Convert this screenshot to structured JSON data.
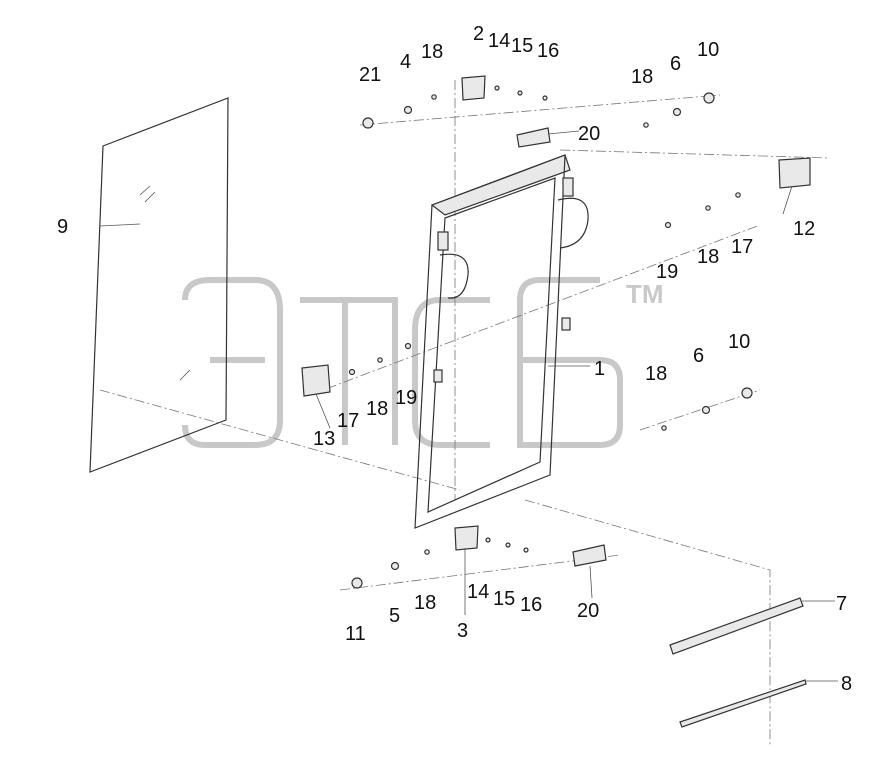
{
  "watermark": {
    "trademark": "TM"
  },
  "callouts": {
    "c1": "1",
    "c2": "2",
    "c3": "3",
    "c4": "4",
    "c5": "5",
    "c6a": "6",
    "c6b": "6",
    "c7": "7",
    "c8": "8",
    "c9": "9",
    "c10a": "10",
    "c10b": "10",
    "c11": "11",
    "c12": "12",
    "c13": "13",
    "c14a": "14",
    "c14b": "14",
    "c15a": "15",
    "c15b": "15",
    "c16a": "16",
    "c16b": "16",
    "c17a": "17",
    "c17b": "17",
    "c18a": "18",
    "c18b": "18",
    "c18c": "18",
    "c18d": "18",
    "c18e": "18",
    "c18f": "18",
    "c19a": "19",
    "c19b": "19",
    "c20a": "20",
    "c20b": "20",
    "c21": "21"
  }
}
